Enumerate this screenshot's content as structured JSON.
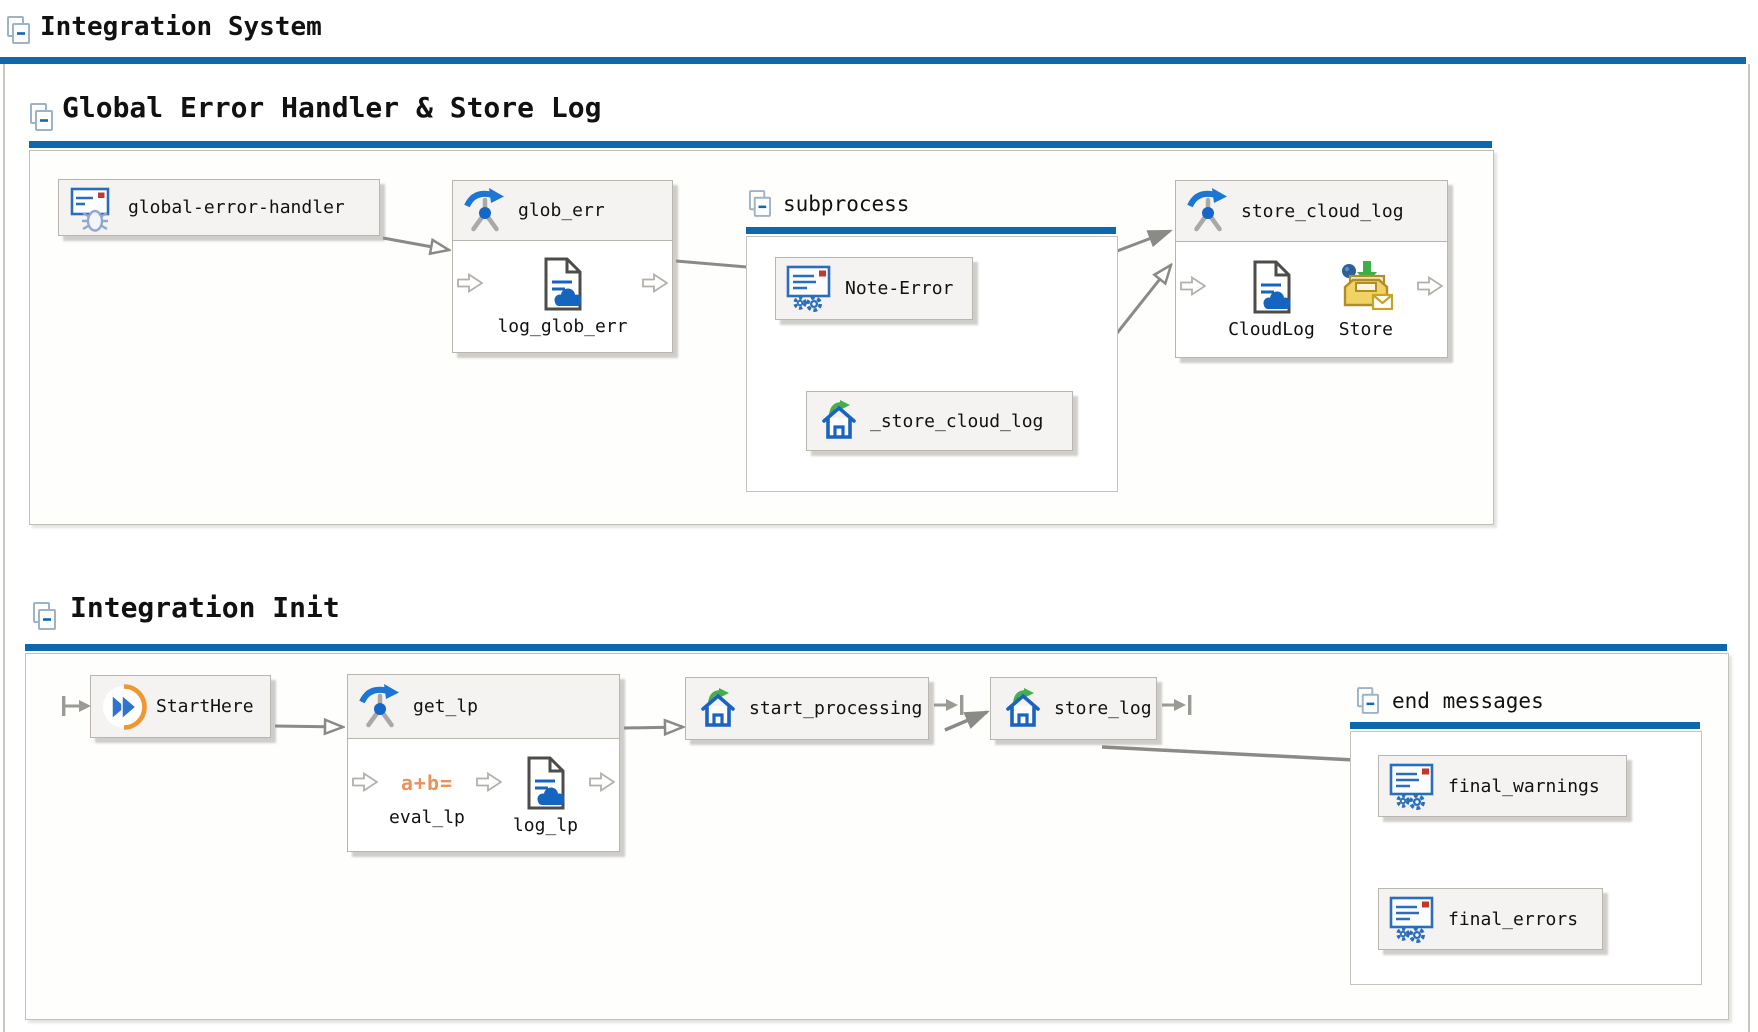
{
  "app": {
    "title": "Integration System"
  },
  "colors": {
    "accent": "#0e68ae",
    "wire": "#8a8a86"
  },
  "sections": {
    "global": {
      "title": "Global Error Handler & Store Log"
    },
    "init": {
      "title": "Integration Init"
    }
  },
  "groups": {
    "subprocess": {
      "title": "subprocess"
    },
    "end_messages": {
      "title": "end messages"
    }
  },
  "nodes": {
    "global_error_handler": {
      "label": "global-error-handler"
    },
    "glob_err": {
      "label": "glob_err",
      "step": "log_glob_err"
    },
    "note_error": {
      "label": "Note-Error"
    },
    "store_cloud_log_call": {
      "label": "_store_cloud_log"
    },
    "store_cloud_log": {
      "label": "store_cloud_log",
      "step1": "CloudLog",
      "step2": "Store"
    },
    "start_here": {
      "label": "StartHere"
    },
    "get_lp": {
      "label": "get_lp",
      "step1": "eval_lp",
      "step2": "log_lp",
      "eval_icon_text": "a+b="
    },
    "start_processing": {
      "label": "start_processing"
    },
    "store_log": {
      "label": "store_log"
    },
    "final_warnings": {
      "label": "final_warnings"
    },
    "final_errors": {
      "label": "final_errors"
    }
  }
}
